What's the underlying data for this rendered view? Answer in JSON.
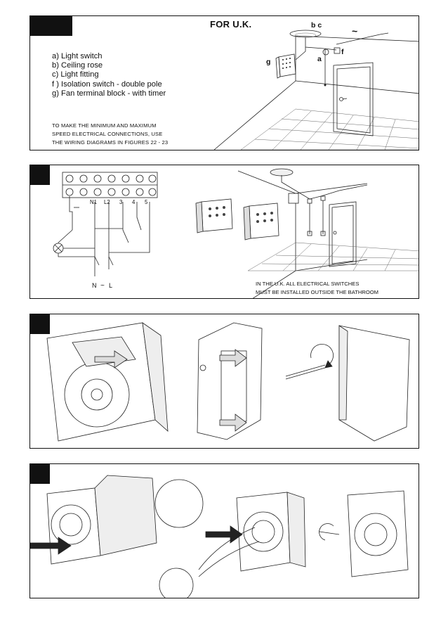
{
  "panel1": {
    "title": "FOR U.K.",
    "legend": [
      "a) Light switch",
      "b) Ceiling rose",
      "c) Light fitting",
      "f ) Isolation switch - double pole",
      "g) Fan terminal block - with timer"
    ],
    "note_lines": [
      "TO MAKE THE MINIMUM AND MAXIMUM",
      "SPEED ELECTRICAL CONNECTIONS, USE",
      "THE WIRING DIAGRAMS IN FIGURES 22 - 23"
    ],
    "labels": {
      "bc": "b c",
      "a": "a",
      "f": "f",
      "g": "g",
      "ac": "~"
    }
  },
  "panel2": {
    "terminals": [
      "N1",
      "L2",
      "3",
      "4",
      "5"
    ],
    "supply": {
      "n": "N",
      "l": "L",
      "ac": "~"
    },
    "note_lines": [
      "IN THE U.K. ALL ELECTRICAL SWITCHES",
      "MUST BE INSTALLED OUTSIDE THE BATHROOM"
    ]
  }
}
